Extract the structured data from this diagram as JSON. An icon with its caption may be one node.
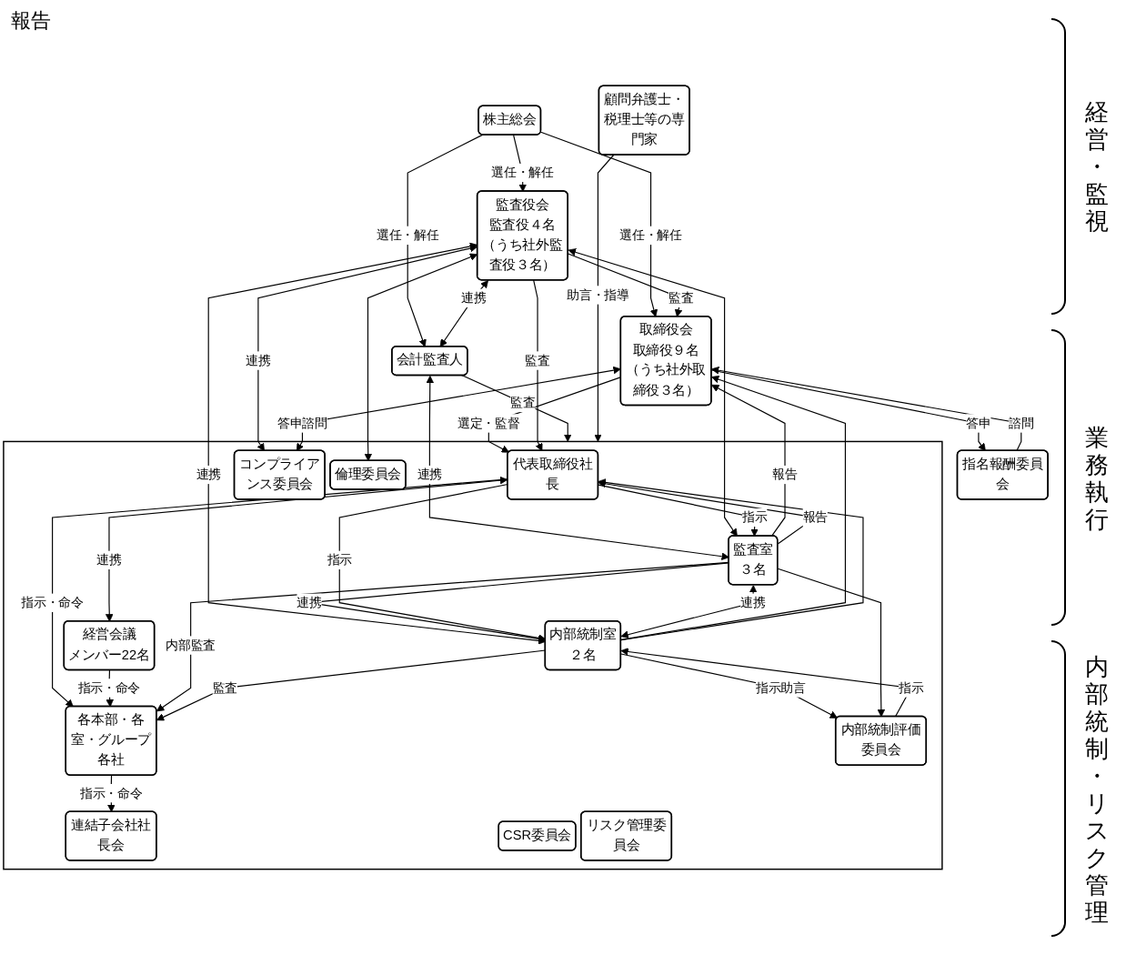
{
  "diagram": {
    "nodes": [
      {
        "text": [
          "株主総会"
        ]
      },
      {
        "text": [
          "取締役会",
          "取締役９名",
          "（うち社外取締役３名）"
        ]
      },
      {
        "text": [
          "監査役会",
          "監査役４名",
          "（うち社外監査役３名）"
        ]
      },
      {
        "text": [
          "会計監査人"
        ]
      },
      {
        "text": [
          "指名報酬委員会"
        ]
      },
      {
        "text": [],
        "shape": "box"
      },
      {
        "text": [
          "代表取締役社長"
        ],
        "in": 5
      },
      {
        "text": [
          "経営会議",
          "メンバー22名"
        ],
        "in": 5
      },
      {
        "text": [
          "監査室",
          "３名"
        ],
        "in": 5
      },
      {
        "text": [
          "内部統制室",
          "２名"
        ],
        "in": 5
      },
      {
        "text": [
          "各本部・各室・グループ各社"
        ],
        "in": 5
      },
      {
        "text": [
          "連結子会社社長会"
        ],
        "in": 5
      },
      {
        "text": [
          "CSR委員会"
        ],
        "in": 5
      },
      {
        "text": [
          "リスク管理委員会"
        ],
        "in": 5
      },
      {
        "text": [
          "コンプライアンス委員会"
        ],
        "in": 5
      },
      {
        "text": [
          "倫理委員会"
        ],
        "in": 5
      },
      {
        "text": [
          "内部統制評価委員会"
        ],
        "in": 5
      },
      {
        "text": [
          "顧問弁護士・税理士等の専門家"
        ]
      }
    ],
    "edges": [
      {
        "from": 0,
        "to": 1,
        "arrow": "to",
        "label": "選任・解任"
      },
      {
        "from": 0,
        "to": 2,
        "arrow": "to",
        "label": "選任・解任"
      },
      {
        "from": 0,
        "to": 3,
        "arrow": "to",
        "label": "選任・解任"
      },
      {
        "from": 2,
        "to": 1,
        "arrow": "to",
        "label": "監査"
      },
      {
        "from": 1,
        "to": 4,
        "arrow": "to",
        "label": "答申"
      },
      {
        "from": 4,
        "to": 1,
        "arrow": "to",
        "label": "諮問"
      },
      {
        "from": 1,
        "to": 6,
        "arrow": "to",
        "label": "選定・監督"
      },
      {
        "from": 2,
        "to": 6,
        "arrow": "to",
        "label": "監査"
      },
      {
        "from": 2,
        "to": 3,
        "arrow": "both",
        "label": "連携"
      },
      {
        "from": 3,
        "to": 8,
        "arrow": "both",
        "label": "連携"
      },
      {
        "from": 2,
        "to": 8,
        "arrow": "both"
      },
      {
        "from": 2,
        "to": 9,
        "arrow": "both",
        "label": "連携"
      },
      {
        "from": 2,
        "to": 14,
        "arrow": "both",
        "label": "連携"
      },
      {
        "from": 2,
        "to": 15,
        "arrow": "both"
      },
      {
        "from": 1,
        "to": 14,
        "arrow": "both",
        "label": "答申諮問"
      },
      {
        "from": 8,
        "to": 1,
        "arrow": "to",
        "label": "報告"
      },
      {
        "from": 9,
        "to": 1,
        "arrow": "to"
      },
      {
        "from": 8,
        "to": 6,
        "arrow": "to",
        "label": "報告"
      },
      {
        "from": 9,
        "to": 6,
        "arrow": "to"
      },
      {
        "from": 8,
        "to": 9,
        "arrow": "none",
        "label": "連携"
      },
      {
        "from": 9,
        "to": 16,
        "arrow": "to",
        "label": "指示助言"
      },
      {
        "from": 8,
        "to": 16,
        "arrow": "to"
      },
      {
        "from": 3,
        "to": 5,
        "arrow": "to",
        "label": "監査"
      },
      {
        "from": 6,
        "to": 7,
        "arrow": "both",
        "label": "連携"
      },
      {
        "from": 6,
        "to": 8,
        "arrow": "to",
        "label": "指示"
      },
      {
        "from": 6,
        "to": 9,
        "arrow": "to",
        "label": "指示"
      },
      {
        "from": 6,
        "to": 10,
        "arrow": "to",
        "label": "指示・命令"
      },
      {
        "from": 7,
        "to": 10,
        "arrow": "to",
        "label": "指示・命令"
      },
      {
        "from": 8,
        "to": 9,
        "arrow": "both",
        "label": "連携"
      },
      {
        "from": 8,
        "to": 10,
        "arrow": "to",
        "label": "内部監査"
      },
      {
        "from": 9,
        "to": 10,
        "arrow": "to",
        "label": "監査"
      },
      {
        "from": 16,
        "to": 9,
        "arrow": "to",
        "label": "指示"
      },
      {
        "from": 10,
        "to": 11,
        "arrow": "to",
        "label": "指示・命令"
      },
      {
        "from": 17,
        "to": 5,
        "arrow": "to",
        "label": "助言・指導"
      }
    ],
    "labels": [
      "報告",
      "経営・監視",
      "業務執行",
      "内部統制・リスク管理"
    ]
  }
}
